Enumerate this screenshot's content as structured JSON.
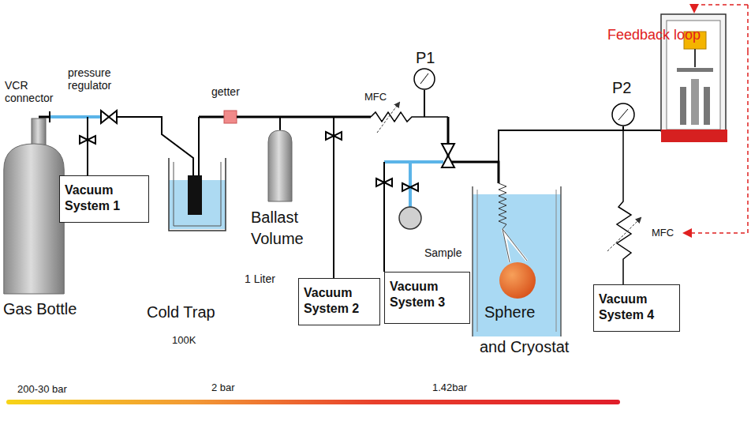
{
  "diagram": {
    "nodes": [
      {
        "text": [
          "Vacuum System 1"
        ]
      },
      {
        "text": [
          "Vacuum System 2"
        ]
      },
      {
        "text": [
          "Vacuum System 3"
        ]
      },
      {
        "text": [
          "Vacuum System 4"
        ]
      }
    ],
    "labels": [
      "Feedback loop",
      "VCR connector",
      "pressure regulator",
      "getter",
      "P1",
      "MFC",
      "Ballast Volume",
      "1 Liter",
      "Sample",
      "Gas Bottle",
      "Cold Trap",
      "100K",
      "Sphere",
      "and Cryostat",
      "P2",
      "MFC",
      "200-30 bar",
      "2 bar",
      "1.42bar"
    ]
  }
}
